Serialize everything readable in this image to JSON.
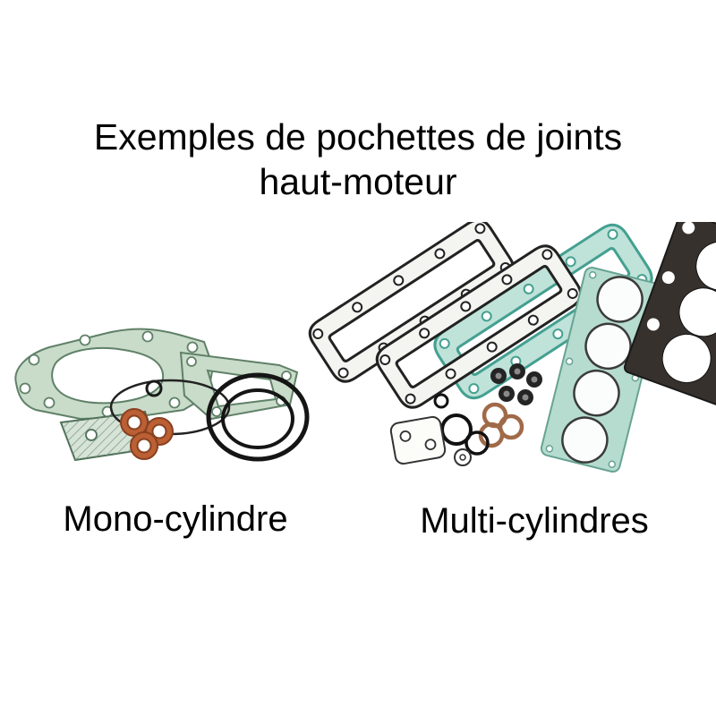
{
  "title": {
    "line1": "Exemples de pochettes de joints",
    "line2": "haut-moteur"
  },
  "figures": {
    "mono": {
      "label": "Mono-cylindre",
      "icon": "mono-cylinder-gasket-set-illustration"
    },
    "multi": {
      "label": "Multi-cylindres",
      "icon": "multi-cylinder-gasket-set-illustration"
    }
  },
  "colors": {
    "background": "#ffffff",
    "text": "#000000",
    "gasket_green": "#c9dbc9",
    "gasket_green_outline": "#5f8168",
    "gasket_teal_fill": "#bfe2d9",
    "gasket_teal_outline": "#44a091",
    "head_gasket_teal": "#b6dccf",
    "copper": "#ba6034",
    "oring_black": "#151515",
    "dark_gasket": "#37312d"
  }
}
